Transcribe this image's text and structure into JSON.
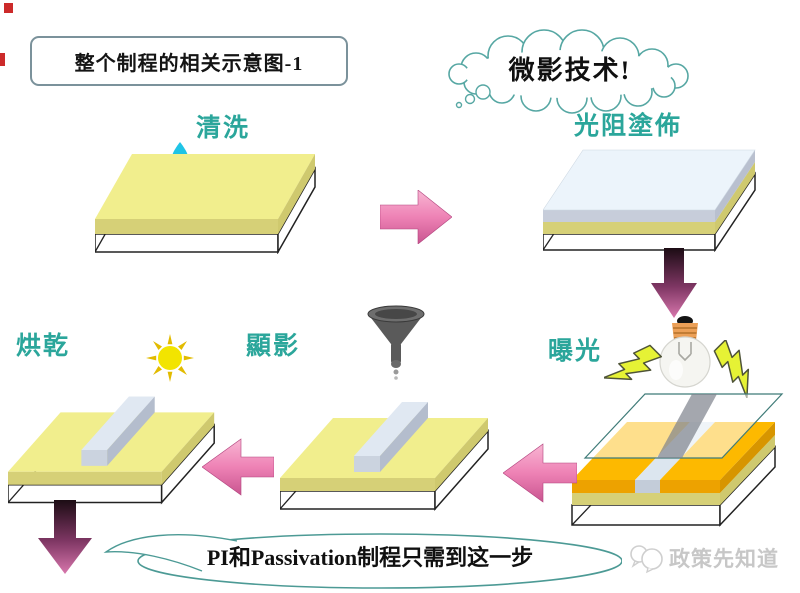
{
  "title_box": {
    "text": "整个制程的相关示意图-1"
  },
  "thought_bubble": {
    "text": "微影技术!"
  },
  "stages": {
    "cleaning": {
      "label": "清洗",
      "icon": "water-drops-icon"
    },
    "coating": {
      "label": "光阻塗佈",
      "icon": "coated-wafer"
    },
    "exposure": {
      "label": "曝光",
      "icons": [
        "light-bulb-icon",
        "lightning-icon",
        "photomask"
      ]
    },
    "development": {
      "label": "顯影",
      "icon": "funnel-icon"
    },
    "drying": {
      "label": "烘乾",
      "icon": "sun-icon"
    }
  },
  "bottom_note": {
    "text": "PI和Passivation制程只需到这一步"
  },
  "watermark": {
    "text": "政策先知道",
    "icon": "chat-bubbles-logo-icon"
  },
  "colors": {
    "label_teal": "#2ba69b",
    "cloud_outline": "#56a7a3",
    "bubble_outline": "#4c9a95",
    "arrow_pink": "#ee82b5",
    "arrow_dark": "#1c0c14",
    "wafer_yellow_top": "#f1ee8d",
    "wafer_yellow_side": "#d6d077",
    "photoresist_top": "#ecf4fb",
    "photoresist_side": "#c7cdda",
    "exposed_gold": "#fdb900",
    "water_drop_cyan": "#1fc4e6",
    "lightning_yellow": "#e6f235",
    "sun_yellow": "#f2e400",
    "watermark_gray": "#c7c7c7"
  }
}
